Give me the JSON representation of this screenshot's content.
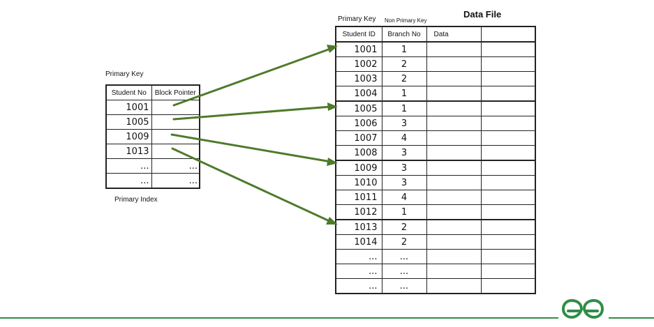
{
  "index": {
    "caption_top": "Primary Key",
    "caption_bottom": "Primary Index",
    "headers": [
      "Student No",
      "Block Pointer"
    ],
    "rows": [
      [
        "1001",
        ""
      ],
      [
        "1005",
        ""
      ],
      [
        "1009",
        ""
      ],
      [
        "1013",
        ""
      ],
      [
        "...",
        "..."
      ],
      [
        "...",
        "..."
      ]
    ]
  },
  "data_file": {
    "title": "Data File",
    "caption_primary_key": "Primary Key",
    "caption_non_primary_key": "Non Primary Key",
    "headers": [
      "Student ID",
      "Branch No",
      "Data",
      ""
    ],
    "rows": [
      [
        "1001",
        "1"
      ],
      [
        "1002",
        "2"
      ],
      [
        "1003",
        "2"
      ],
      [
        "1004",
        "1"
      ],
      [
        "1005",
        "1"
      ],
      [
        "1006",
        "3"
      ],
      [
        "1007",
        "4"
      ],
      [
        "1008",
        "3"
      ],
      [
        "1009",
        "3"
      ],
      [
        "1010",
        "3"
      ],
      [
        "1011",
        "4"
      ],
      [
        "1012",
        "1"
      ],
      [
        "1013",
        "2"
      ],
      [
        "1014",
        "2"
      ],
      [
        "...",
        "..."
      ],
      [
        "...",
        "..."
      ],
      [
        "...",
        "..."
      ]
    ]
  },
  "colors": {
    "arrow": "#4e7a2a",
    "footer_line": "#2f8d46",
    "logo": "#2f8d46"
  },
  "icons": [
    "geeksforgeeks-logo-icon"
  ]
}
